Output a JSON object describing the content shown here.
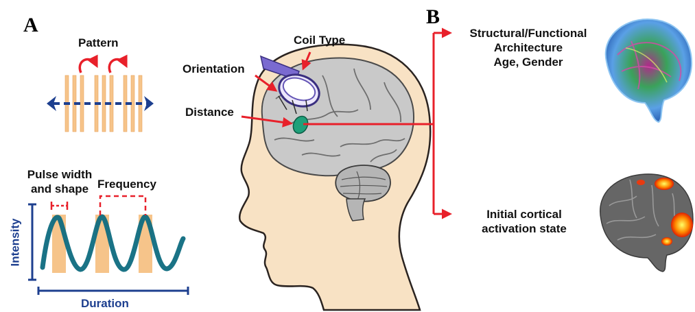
{
  "panels": {
    "a": "A",
    "b": "B"
  },
  "panel_a": {
    "pattern": "Pattern",
    "pulse_width_line1": "Pulse width",
    "pulse_width_line2": "and shape",
    "frequency": "Frequency",
    "y_axis": "Intensity",
    "x_axis": "Duration",
    "head_labels": {
      "coil_type": "Coil Type",
      "orientation": "Orientation",
      "distance": "Distance"
    }
  },
  "panel_b": {
    "structural_line1": "Structural/Functional",
    "structural_line2": "Architecture",
    "structural_line3": "Age, Gender",
    "initial_line1": "Initial cortical",
    "initial_line2": "activation state"
  },
  "colors": {
    "arrow_red": "#e8202a",
    "axis_blue": "#1d3f8f",
    "pulse_orange": "#f6c48a",
    "wave_teal": "#0e6b80",
    "head_skin": "#f8e2c4",
    "brain_gray": "#c9c9c9",
    "coil_purple": "#8474c8"
  },
  "icons": [
    "curved-arrow-icon",
    "double-arrow-icon",
    "coil-icon",
    "brain-icon"
  ]
}
